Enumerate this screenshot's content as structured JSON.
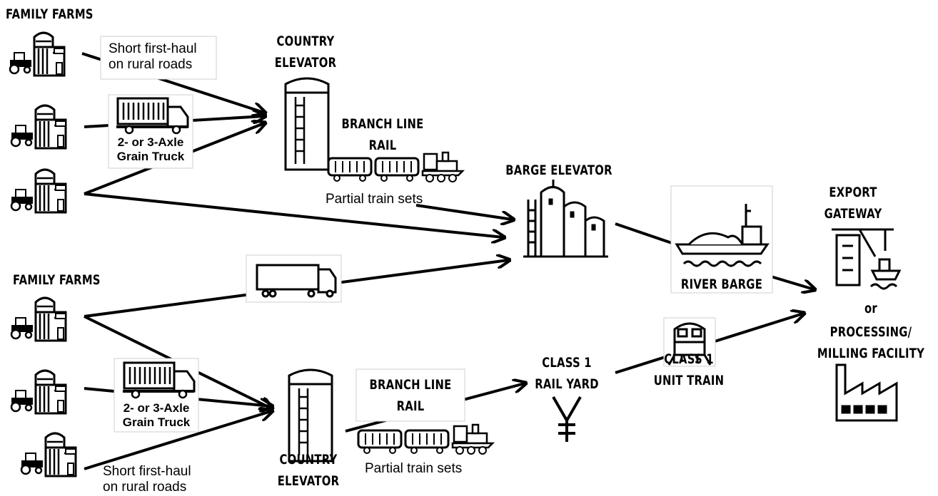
{
  "top_section": {
    "family_farms": "FAMILY FARMS",
    "first_haul_line1": "Short first-haul",
    "first_haul_line2": "on rural roads",
    "truck_line1": "2- or 3-Axle",
    "truck_line2": "Grain Truck",
    "country_elevator_line1": "COUNTRY",
    "country_elevator_line2": "ELEVATOR",
    "branch_line_line1": "BRANCH LINE",
    "branch_line_line2": "RAIL",
    "partial_train": "Partial train sets"
  },
  "middle_section": {
    "barge_elevator": "BARGE ELEVATOR",
    "river_barge": "RIVER BARGE",
    "export_line1": "EXPORT",
    "export_line2": "GATEWAY",
    "or": "or",
    "processing_line1": "PROCESSING/",
    "processing_line2": "MILLING FACILITY"
  },
  "bottom_section": {
    "family_farms": "FAMILY FARMS",
    "truck_line1": "2- or 3-Axle",
    "truck_line2": "Grain Truck",
    "country_elevator_line1": "COUNTRY",
    "country_elevator_line2": "ELEVATOR",
    "branch_line_line1": "BRANCH LINE",
    "branch_line_line2": "RAIL",
    "partial_train": "Partial train sets",
    "first_haul_line1": "Short first-haul",
    "first_haul_line2": "on rural roads",
    "class1_yard_line1": "CLASS 1",
    "class1_yard_line2": "RAIL YARD",
    "class1_unit_line1": "CLASS 1",
    "class1_unit_line2": "UNIT TRAIN"
  },
  "colors": {
    "ink": "#000000",
    "box_border": "#cfcfcf"
  }
}
